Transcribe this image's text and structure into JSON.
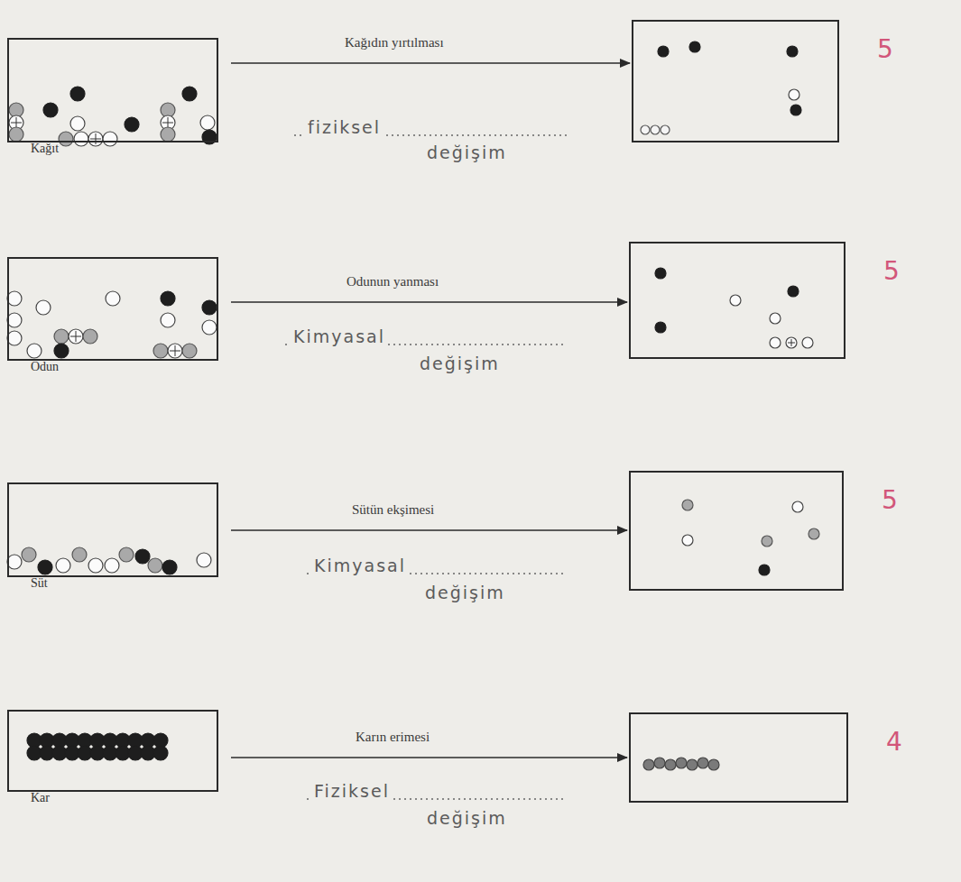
{
  "diagram": {
    "nodes": [
      {
        "text": [
          "Kağıt"
        ]
      },
      {
        "text": [
          "5"
        ]
      },
      {
        "text": [
          "Odun"
        ]
      },
      {
        "text": [
          "5"
        ]
      },
      {
        "text": [
          "Süt"
        ]
      },
      {
        "text": [
          "5"
        ]
      },
      {
        "text": [
          "Kar"
        ]
      },
      {
        "text": [
          "4"
        ]
      }
    ],
    "edges": [
      {
        "from": 0,
        "to": 1,
        "arrow": "to",
        "label": "Kağıdın yırtılması"
      },
      {
        "from": 2,
        "to": 3,
        "arrow": "to",
        "label": "Odunun yanması"
      },
      {
        "from": 4,
        "to": 5,
        "arrow": "to",
        "label": "Sütün ekşimesi"
      },
      {
        "from": 6,
        "to": 7,
        "arrow": "to",
        "label": "Karın erimesi"
      }
    ],
    "labels": [
      "fiziksel",
      "değişim",
      "Kimyasal",
      "değişim",
      "Kimyasal",
      "değişim",
      "Fiziksel",
      "değişim"
    ]
  }
}
